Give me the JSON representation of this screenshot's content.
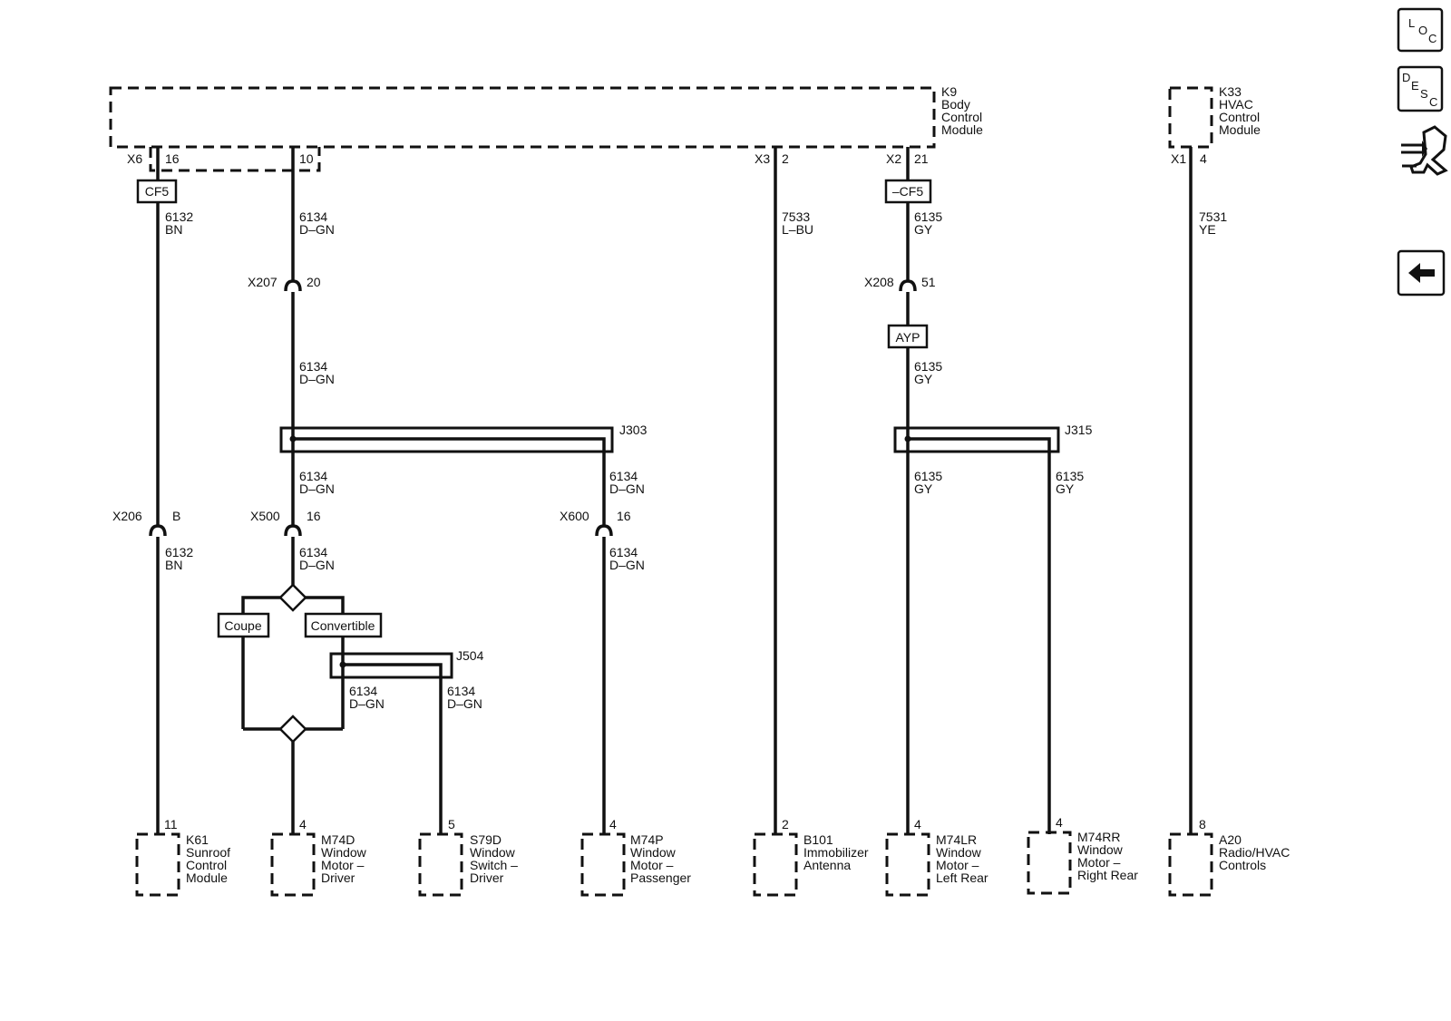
{
  "colors": {
    "ink": "#111111",
    "background": "#ffffff"
  },
  "modules": {
    "k9": {
      "id": "K9",
      "line1": "Body",
      "line2": "Control",
      "line3": "Module"
    },
    "k33": {
      "id": "K33",
      "line1": "HVAC",
      "line2": "Control",
      "line3": "Module"
    },
    "k61": {
      "id": "K61",
      "line1": "Sunroof",
      "line2": "Control",
      "line3": "Module"
    },
    "m74d": {
      "id": "M74D",
      "line1": "Window",
      "line2": "Motor –",
      "line3": "Driver"
    },
    "s79d": {
      "id": "S79D",
      "line1": "Window",
      "line2": "Switch –",
      "line3": "Driver"
    },
    "m74p": {
      "id": "M74P",
      "line1": "Window",
      "line2": "Motor –",
      "line3": "Passenger"
    },
    "b101": {
      "id": "B101",
      "line1": "Immobilizer",
      "line2": "Antenna"
    },
    "m74lr": {
      "id": "M74LR",
      "line1": "Window",
      "line2": "Motor –",
      "line3": "Left Rear"
    },
    "m74rr": {
      "id": "M74RR",
      "line1": "Window",
      "line2": "Motor –",
      "line3": "Right Rear"
    },
    "a20": {
      "id": "A20",
      "line1": "Radio/HVAC",
      "line2": "Controls"
    }
  },
  "connectors": {
    "x6": {
      "name": "X6",
      "pin": "16"
    },
    "k9_pin10": {
      "pin": "10"
    },
    "x3": {
      "name": "X3",
      "pin": "2"
    },
    "x2": {
      "name": "X2",
      "pin": "21"
    },
    "x1": {
      "name": "X1",
      "pin": "4"
    },
    "x207": {
      "name": "X207",
      "pin": "20"
    },
    "x208": {
      "name": "X208",
      "pin": "51"
    },
    "x206": {
      "name": "X206",
      "pin": "B"
    },
    "x500": {
      "name": "X500",
      "pin": "16"
    },
    "x600": {
      "name": "X600",
      "pin": "16"
    }
  },
  "component_pins": {
    "k61": "11",
    "m74d": "4",
    "s79d": "5",
    "m74p": "4",
    "b101": "2",
    "m74lr": "4",
    "m74rr": "4",
    "a20": "8"
  },
  "options": {
    "cf5": "CF5",
    "not_cf5": "–CF5",
    "ayp": "AYP",
    "coupe": "Coupe",
    "convertible": "Convertible"
  },
  "splices": {
    "j303": "J303",
    "j315": "J315",
    "j504": "J504"
  },
  "wires": {
    "w6132": {
      "circuit": "6132",
      "color": "BN"
    },
    "w6134": {
      "circuit": "6134",
      "color": "D–GN"
    },
    "w6135": {
      "circuit": "6135",
      "color": "GY"
    },
    "w7533": {
      "circuit": "7533",
      "color": "L–BU"
    },
    "w7531": {
      "circuit": "7531",
      "color": "YE"
    }
  },
  "toolbar": {
    "loc": {
      "l1": "L",
      "l2": "O",
      "l3": "C"
    },
    "desc": {
      "l1": "D",
      "l2": "E",
      "l3": "S",
      "l4": "C"
    },
    "connector_icon": "connector-tool-icon",
    "back_icon": "back-arrow-icon"
  }
}
